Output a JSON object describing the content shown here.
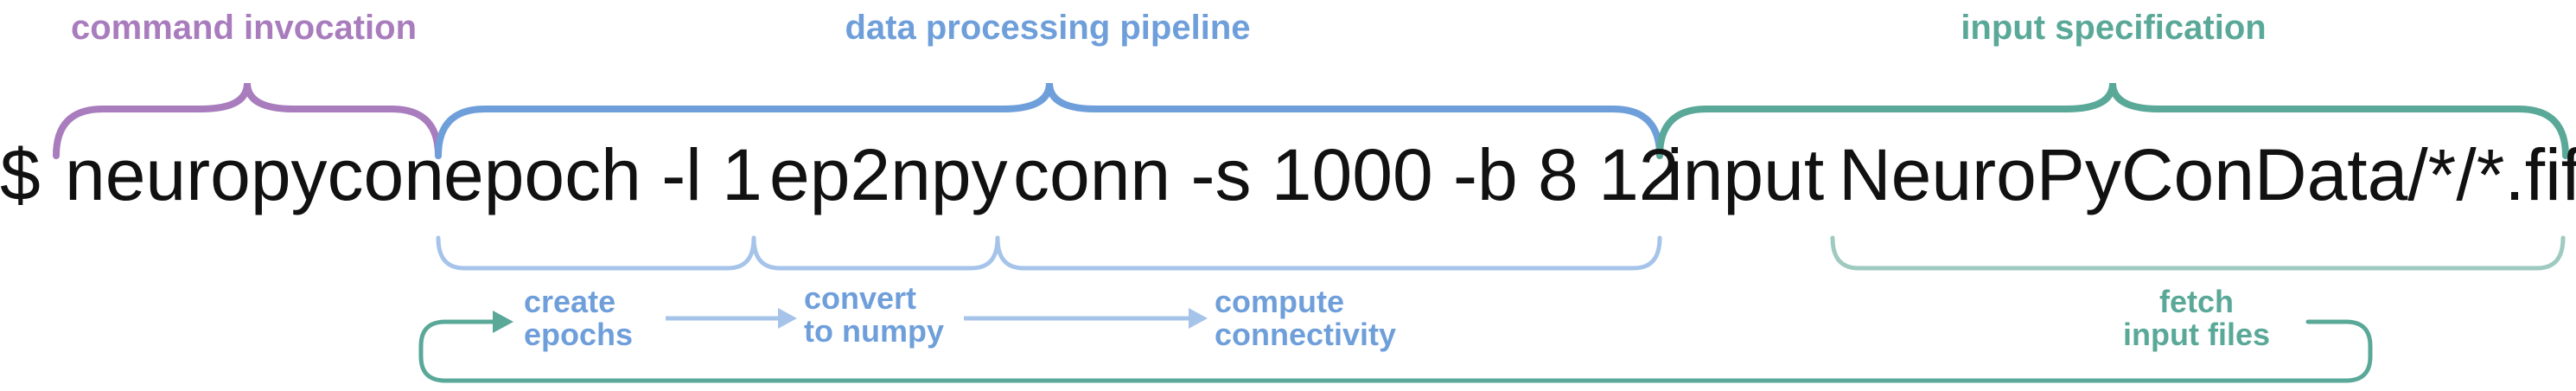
{
  "colors": {
    "purple": "#a87cbd",
    "blue": "#6f9fda",
    "blue_light": "#a6c4ea",
    "teal": "#5aa898",
    "teal_light": "#9fcabf",
    "text": "#111111"
  },
  "groups": {
    "invocation": "command invocation",
    "pipeline": "data processing pipeline",
    "input": "input specification"
  },
  "command": {
    "prompt": "$",
    "program": "neuropycon",
    "epoch": "epoch -l 1",
    "ep2npy": "ep2npy",
    "conn": "conn -s 1000 -b 8 12",
    "input_kw": "input",
    "path": "NeuroPyConData/*/*.fif"
  },
  "steps": {
    "create": [
      "create",
      "epochs"
    ],
    "convert": [
      "convert",
      "to numpy"
    ],
    "compute": [
      "compute",
      "connectivity"
    ],
    "fetch": [
      "fetch",
      "input files"
    ]
  },
  "icons": {
    "arrow": "arrow-right-icon",
    "loop": "loop-arrow-icon"
  }
}
